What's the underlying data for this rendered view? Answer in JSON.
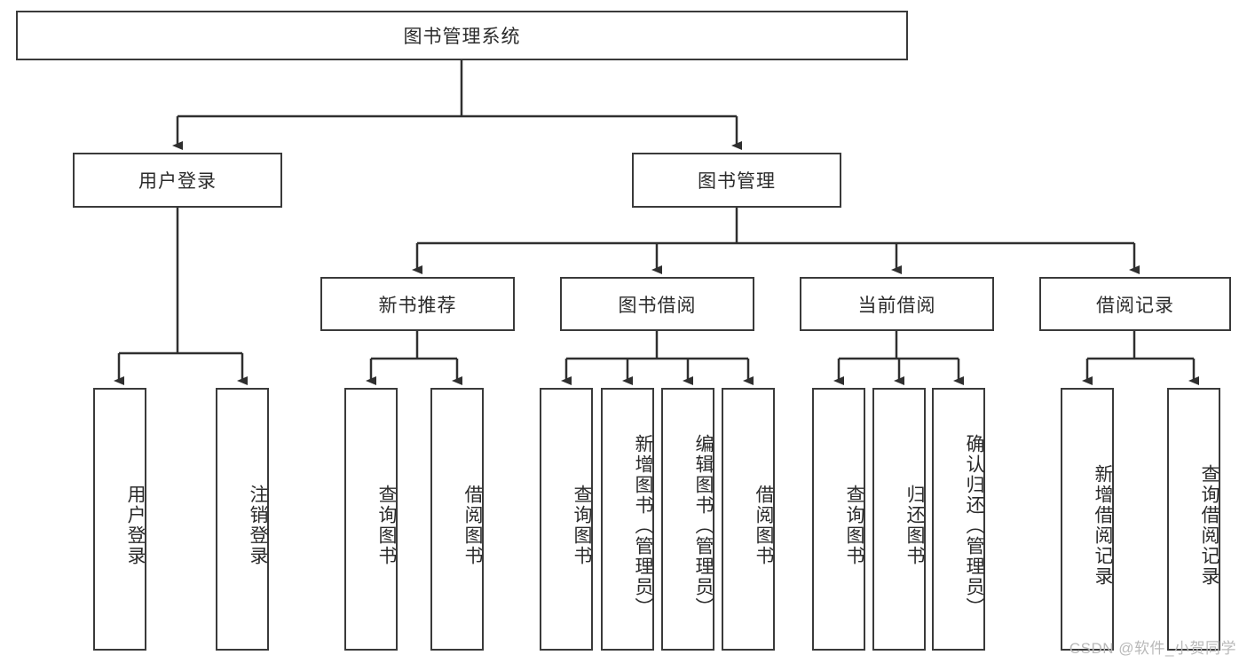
{
  "diagram": {
    "title": "图书管理系统",
    "type": "functional-hierarchy-tree",
    "root": {
      "label": "图书管理系统"
    },
    "level2": [
      {
        "label": "用户登录"
      },
      {
        "label": "图书管理"
      }
    ],
    "level3": [
      {
        "label": "新书推荐"
      },
      {
        "label": "图书借阅"
      },
      {
        "label": "当前借阅"
      },
      {
        "label": "借阅记录"
      }
    ],
    "leaves": {
      "user_login": [
        {
          "label": "用户登录"
        },
        {
          "label": "注销登录"
        }
      ],
      "new_book_recommend": [
        {
          "label": "查询图书"
        },
        {
          "label": "借阅图书"
        }
      ],
      "book_borrow": [
        {
          "label": "查询图书"
        },
        {
          "label": "新增图书（管理员）"
        },
        {
          "label": "编辑图书（管理员）"
        },
        {
          "label": "借阅图书"
        }
      ],
      "current_borrow": [
        {
          "label": "查询图书"
        },
        {
          "label": "归还图书"
        },
        {
          "label": "确认归还（管理员）"
        }
      ],
      "borrow_record": [
        {
          "label": "新增借阅记录"
        },
        {
          "label": "查询借阅记录"
        }
      ]
    }
  },
  "watermark": {
    "text": "CSDN @软件_小贺同学"
  },
  "colors": {
    "stroke": "#3a3a3a",
    "fill": "#ffffff",
    "text": "#2b2b2b",
    "watermark": "#b9b9b9"
  }
}
